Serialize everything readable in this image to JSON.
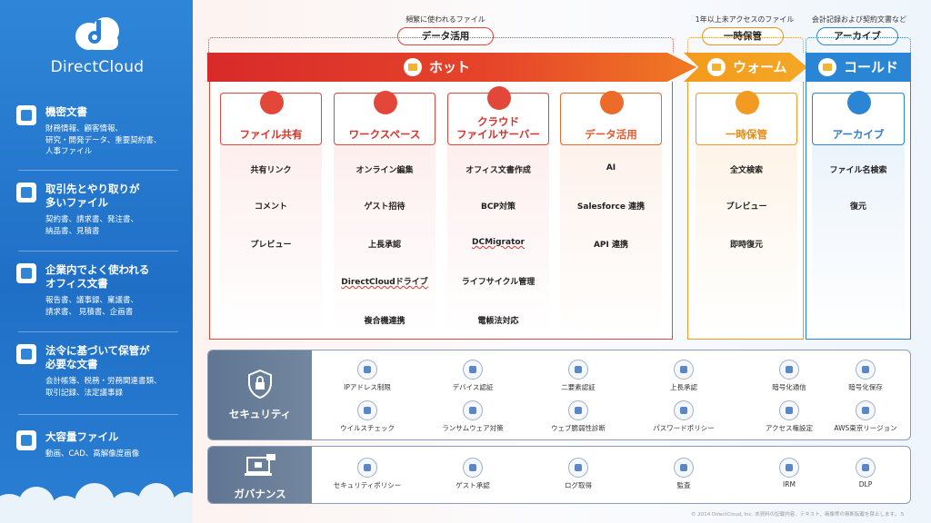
{
  "brand": {
    "name": "DirectCloud"
  },
  "sidebar": {
    "items": [
      {
        "title": "機密文書",
        "desc": "財務情報、顧客情報、\n研究・開発データ、重要契約書、\n人事ファイル"
      },
      {
        "title": "取引先とやり取りが\n多いファイル",
        "desc": "契約書、請求書、発注書、\n納品書、見積書"
      },
      {
        "title": "企業内でよく使われる\nオフィス文書",
        "desc": "報告書、議事録、稟議書、\n請求書、 見積書、企画書"
      },
      {
        "title": "法令に基づいて保管が\n必要な文書",
        "desc": "会計帳簿、税務・労務関連書類、\n取引記録、法定議事録"
      },
      {
        "title": "大容量ファイル",
        "desc": "動画、CAD、高解像度画像"
      }
    ]
  },
  "tiers": {
    "hot": {
      "top_label": "頻繁に使われるファイル",
      "pill": "データ活用",
      "band": "ホット"
    },
    "warm": {
      "top_label": "1年以上未アクセスのファイル",
      "pill": "一時保管",
      "band": "ウォーム"
    },
    "cold": {
      "top_label": "会計記録および契約文書など",
      "pill": "アーカイブ",
      "band": "コールド"
    }
  },
  "columns": [
    {
      "title": "ファイル共有",
      "features": [
        "共有リンク",
        "コメント",
        "プレビュー"
      ]
    },
    {
      "title": "ワークスペース",
      "features": [
        "オンライン編集",
        "ゲスト招待",
        "上長承認",
        "DirectCloudドライブ",
        "複合機連携"
      ]
    },
    {
      "title": "クラウド\nファイルサーバー",
      "features": [
        "オフィス文書作成",
        "BCP対策",
        "DCMigrator",
        "ライフサイクル管理",
        "電帳法対応"
      ]
    },
    {
      "title": "データ活用",
      "features": [
        "AI",
        "Salesforce 連携",
        "API 連携"
      ]
    },
    {
      "title": "一時保管",
      "features": [
        "全文検索",
        "プレビュー",
        "即時復元"
      ]
    },
    {
      "title": "アーカイブ",
      "features": [
        "ファイル名検索",
        "復元"
      ]
    }
  ],
  "security": {
    "label": "セキュリティ",
    "items": [
      "IPアドレス制限",
      "デバイス認証",
      "二要素認証",
      "上長承認",
      "暗号化通信",
      "暗号化保存",
      "ウイルスチェック",
      "ランサムウェア対策",
      "ウェブ脆弱性診断",
      "パスワードポリシー",
      "アクセス権設定",
      "AWS東京リージョン"
    ]
  },
  "governance": {
    "label": "ガバナンス",
    "items": [
      "セキュリティポリシー",
      "ゲスト承認",
      "ログ取得",
      "監査",
      "IRM",
      "DLP"
    ]
  },
  "footer": "© 2014 DirectCloud, Inc. 本資料の記載内容、テキスト、画像等の無断転載を禁止します。 5",
  "colors": {
    "hot": "#e3473a",
    "warm": "#f29a22",
    "cold": "#2a86d5",
    "sidebar": "#2f86d8",
    "security": "#6b7f99"
  }
}
